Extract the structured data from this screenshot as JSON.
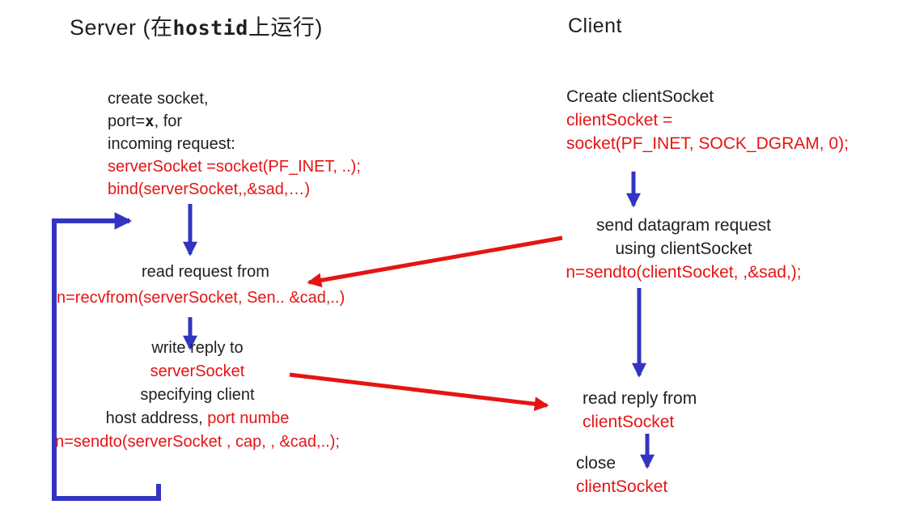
{
  "colors": {
    "blue": "#3434c2",
    "red": "#e51414",
    "ink": "#1f1f1f"
  },
  "server": {
    "title": {
      "prefix": "Server (在",
      "host": "hostid",
      "suffix": "上运行)"
    },
    "setup": {
      "line1": "create socket,",
      "port_pre": "port=",
      "port_var": "x",
      "port_post": ", for",
      "line3": "incoming request:",
      "code1": "serverSocket =socket(PF_INET, ..);",
      "code2": "bind(serverSocket,,&sad,…)"
    },
    "read": {
      "label": "read request from",
      "code": "n=recvfrom(serverSocket, Sen.. &cad,..)"
    },
    "reply": {
      "label1": "write reply to",
      "socket": "serverSocket",
      "label2": "specifying client",
      "label3_black": "host address, ",
      "label3_red": "port numbe",
      "code": "n=sendto(serverSocket , cap, , &cad,..);"
    }
  },
  "client": {
    "title": "Client",
    "create": {
      "label": "Create clientSocket",
      "code1": "clientSocket =",
      "code2": "socket(PF_INET, SOCK_DGRAM, 0);"
    },
    "send": {
      "label1": "send datagram request",
      "label2": "using clientSocket",
      "code": "n=sendto(clientSocket, ,&sad,);"
    },
    "read": {
      "label": "read reply from",
      "code": "clientSocket"
    },
    "close": {
      "label": "close",
      "code": "clientSocket"
    }
  }
}
